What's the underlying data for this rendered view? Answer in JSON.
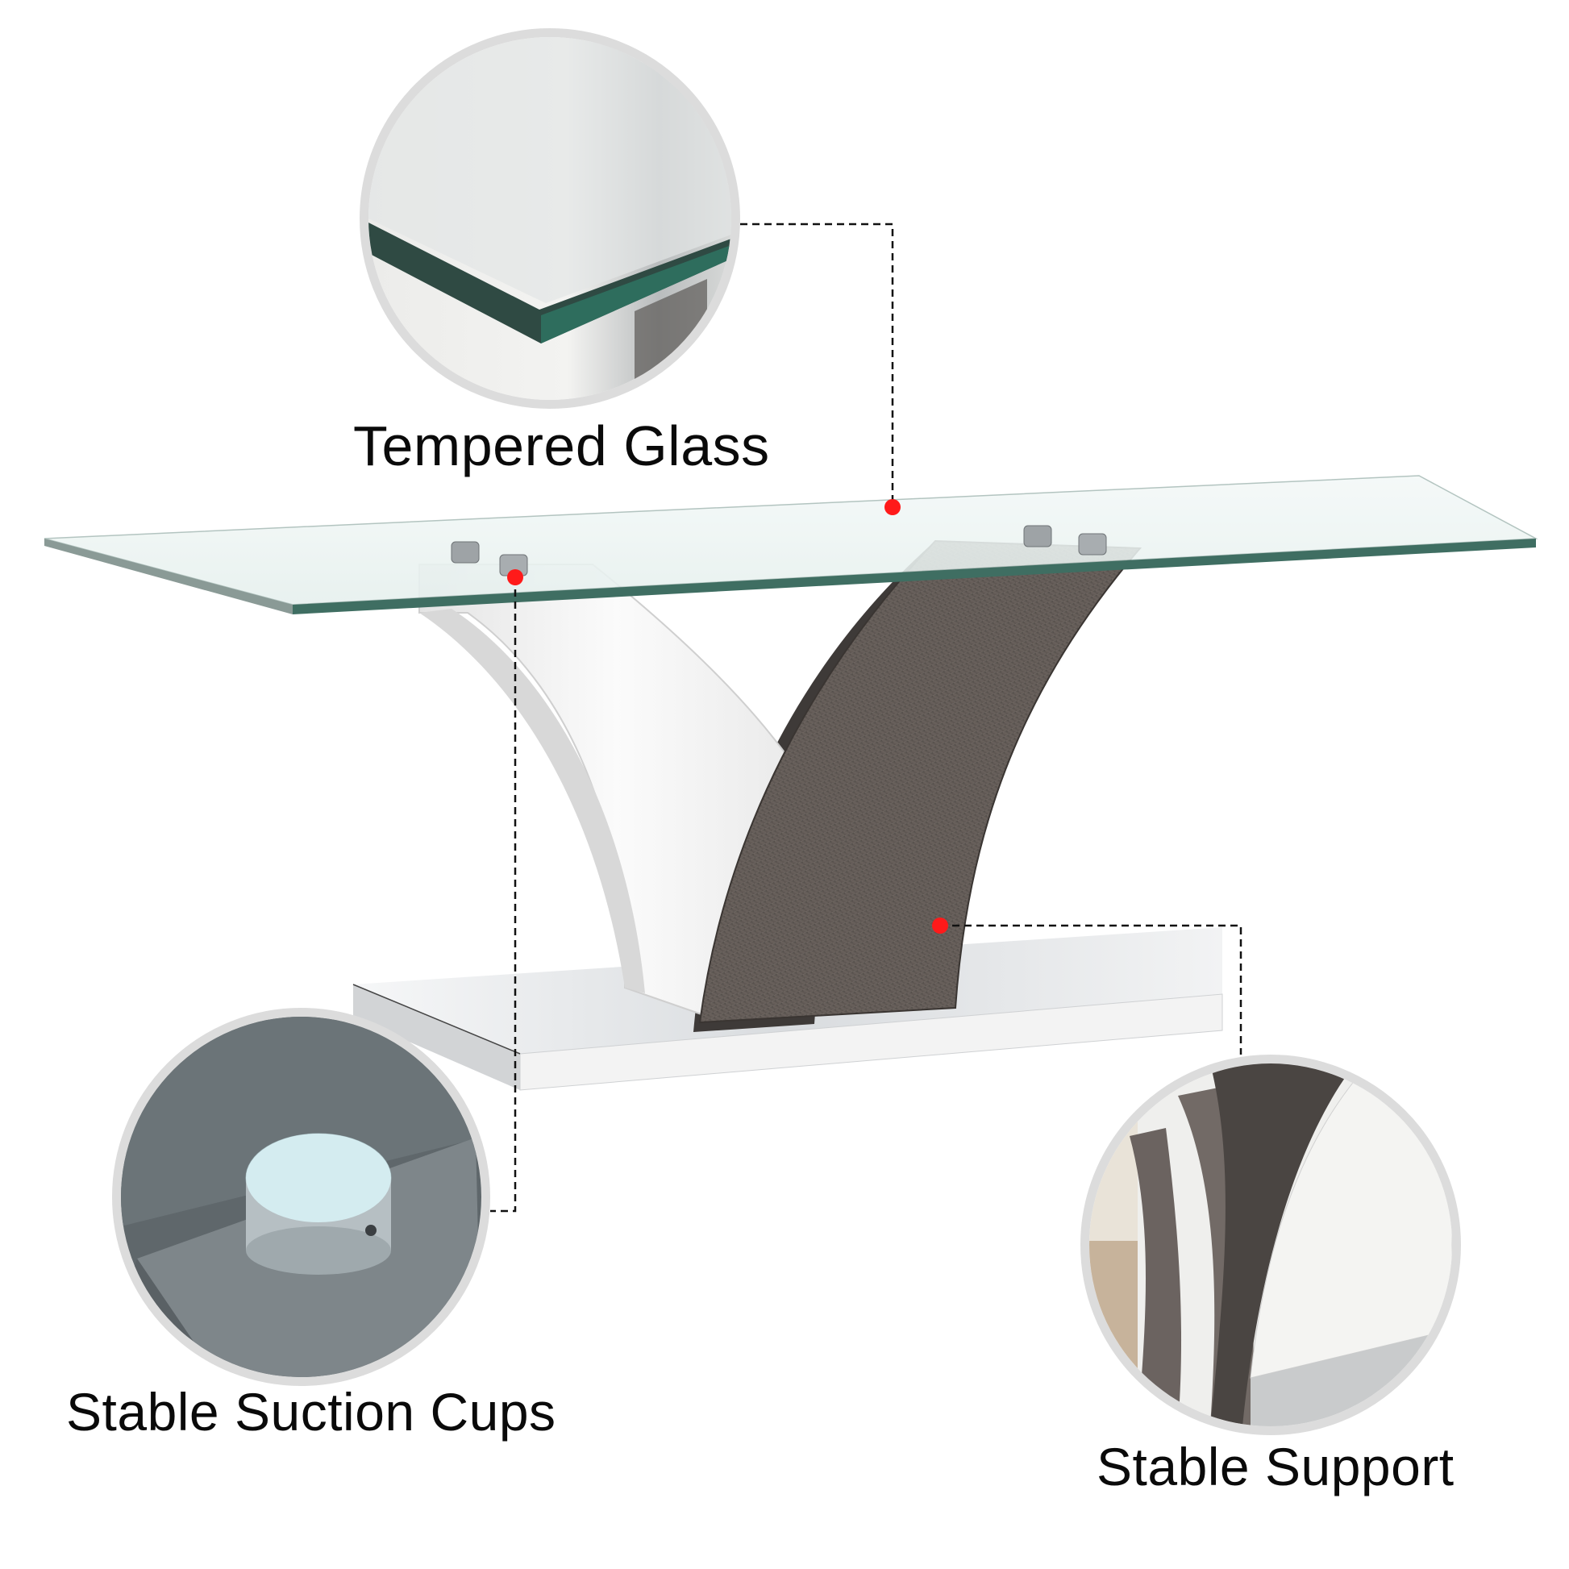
{
  "callouts": [
    {
      "id": "glass",
      "label": "Tempered Glass"
    },
    {
      "id": "suction",
      "label": "Stable Suction Cups"
    },
    {
      "id": "support",
      "label": "Stable Support"
    }
  ],
  "colors": {
    "marker": "#ff1a1a",
    "leader_line": "#111111",
    "circle_border": "#dcdcdc",
    "glass_fill": "#eef6f4",
    "glass_edge": "#3f6e62",
    "white_leg": "#f4f4f4",
    "wood_gray": "#5c5652",
    "base_chrome": "#e6e8ea"
  }
}
